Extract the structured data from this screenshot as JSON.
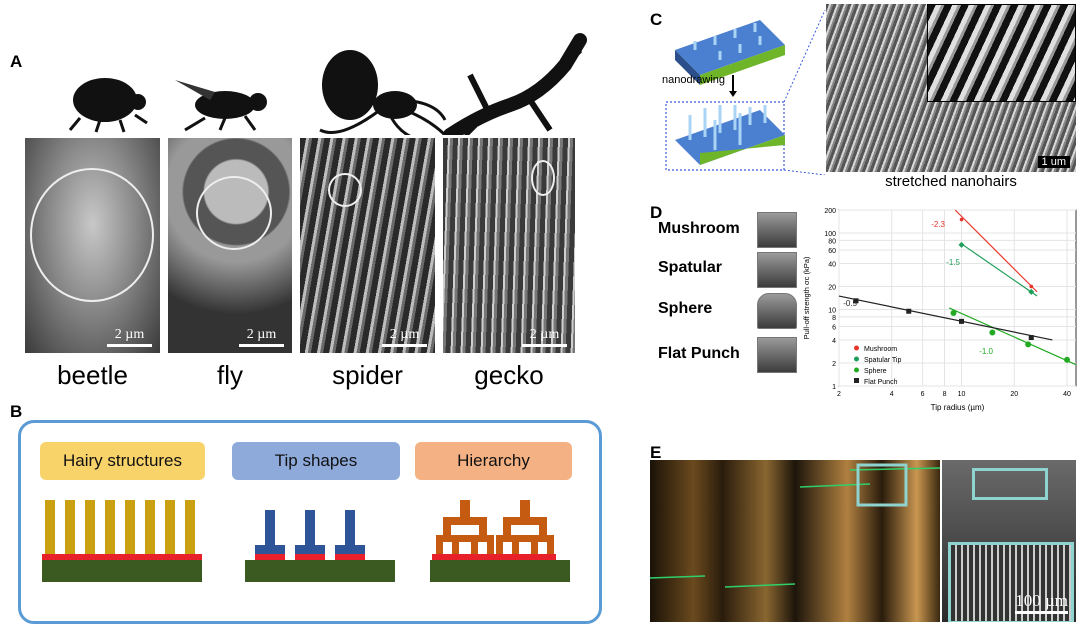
{
  "panels": {
    "a": "A",
    "b": "B",
    "c": "C",
    "d": "D",
    "e": "E"
  },
  "panel_a": {
    "animals": [
      {
        "name": "beetle",
        "scale": "2 µm"
      },
      {
        "name": "fly",
        "scale": "2 µm"
      },
      {
        "name": "spider",
        "scale": "2 µm"
      },
      {
        "name": "gecko",
        "scale": "2 µm"
      }
    ]
  },
  "panel_b": {
    "categories": [
      {
        "label": "Hairy structures",
        "color": "#f8d36a"
      },
      {
        "label": "Tip shapes",
        "color": "#8eaadb"
      },
      {
        "label": "Hierarchy",
        "color": "#f4b183"
      }
    ],
    "border_color": "#5b9bd5"
  },
  "panel_c": {
    "process_label": "nanodrawing",
    "image_caption": "stretched nanohairs",
    "scale": "1 um"
  },
  "panel_d": {
    "tip_labels": [
      "Mushroom",
      "Spatular",
      "Sphere",
      "Flat Punch"
    ]
  },
  "panel_e": {
    "scale": "100 µm"
  },
  "chart_data": {
    "type": "scatter",
    "xlabel": "Tip radius (µm)",
    "ylabel": "Pull-off strength σc (kPa)",
    "xscale": "log",
    "yscale": "log",
    "xlim": [
      2,
      45
    ],
    "ylim": [
      1,
      200
    ],
    "xticks": [
      2,
      4,
      6,
      8,
      10,
      20,
      40
    ],
    "yticks": [
      1,
      2,
      4,
      6,
      8,
      10,
      20,
      40,
      60,
      80,
      100,
      200
    ],
    "legend_position": "bottom-left",
    "series": [
      {
        "name": "Mushroom",
        "color": "#e8352b",
        "marker": "star",
        "x": [
          10,
          25
        ],
        "y": [
          150,
          20
        ],
        "fit": [
          [
            9.2,
            200
          ],
          [
            27,
            17
          ]
        ],
        "slope_label": "-2.3"
      },
      {
        "name": "Spatular Tip",
        "color": "#1f9e5a",
        "marker": "diamond",
        "x": [
          10,
          25
        ],
        "y": [
          70,
          17
        ],
        "fit": [
          [
            10,
            72
          ],
          [
            27,
            15
          ]
        ],
        "slope_label": "-1.5"
      },
      {
        "name": "Sphere",
        "color": "#22aa22",
        "marker": "circle",
        "x": [
          9,
          15,
          24,
          40
        ],
        "y": [
          9,
          5,
          3.5,
          2.2
        ],
        "fit": [
          [
            8.5,
            10.5
          ],
          [
            45,
            1.9
          ]
        ],
        "slope_label": "-1.0"
      },
      {
        "name": "Flat Punch",
        "color": "#222222",
        "marker": "square",
        "x": [
          2.5,
          5,
          10,
          25
        ],
        "y": [
          13,
          9.5,
          7,
          4.3
        ],
        "fit": [
          [
            2,
            15
          ],
          [
            33,
            4
          ]
        ],
        "slope_label": "-0.5"
      }
    ]
  }
}
